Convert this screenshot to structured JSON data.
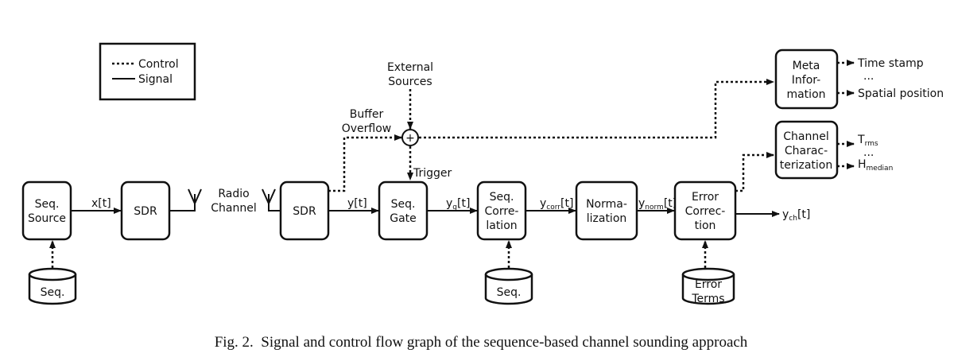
{
  "legend": {
    "control": "Control",
    "signal": "Signal"
  },
  "blocks": {
    "seq_source": [
      "Seq.",
      "Source"
    ],
    "sdr_tx": [
      "SDR"
    ],
    "sdr_rx": [
      "SDR"
    ],
    "seq_gate": [
      "Seq.",
      "Gate"
    ],
    "seq_correlation": [
      "Seq.",
      "Corre-",
      "lation"
    ],
    "normalization": [
      "Norma-",
      "lization"
    ],
    "error_correction": [
      "Error",
      "Correc-",
      "tion"
    ],
    "meta_information": [
      "Meta",
      "Infor-",
      "mation"
    ],
    "channel_characterization": [
      "Channel",
      "Charac-",
      "terization"
    ]
  },
  "databases": {
    "seq_db_1": [
      "Seq."
    ],
    "seq_db_2": [
      "Seq."
    ],
    "error_terms_db": [
      "Error",
      "Terms"
    ]
  },
  "labels": {
    "radio_channel": [
      "Radio",
      "Channel"
    ],
    "external_sources": [
      "External",
      "Sources"
    ],
    "buffer_overflow": [
      "Buffer",
      "Overflow"
    ],
    "trigger": "Trigger",
    "sum_symbol": "+"
  },
  "signals": {
    "x": "x[t]",
    "y": "y[t]",
    "yg": {
      "base": "y",
      "sub": "g",
      "suffix": "[t]"
    },
    "ycorr": {
      "base": "y",
      "sub": "corr",
      "suffix": "[t]"
    },
    "ynorm": {
      "base": "y",
      "sub": "norm",
      "suffix": "[t]"
    },
    "ych": {
      "base": "y",
      "sub": "ch",
      "suffix": "[t]"
    }
  },
  "outputs": {
    "time_stamp": "Time stamp",
    "meta_ellipsis": "...",
    "spatial_position": "Spatial position",
    "trms": {
      "base": "T",
      "sub": "rms"
    },
    "char_ellipsis": "...",
    "hmedian": {
      "base": "H",
      "sub": "median"
    }
  },
  "caption": "Fig. 2.  Signal and control flow graph of the sequence-based channel sounding approach"
}
